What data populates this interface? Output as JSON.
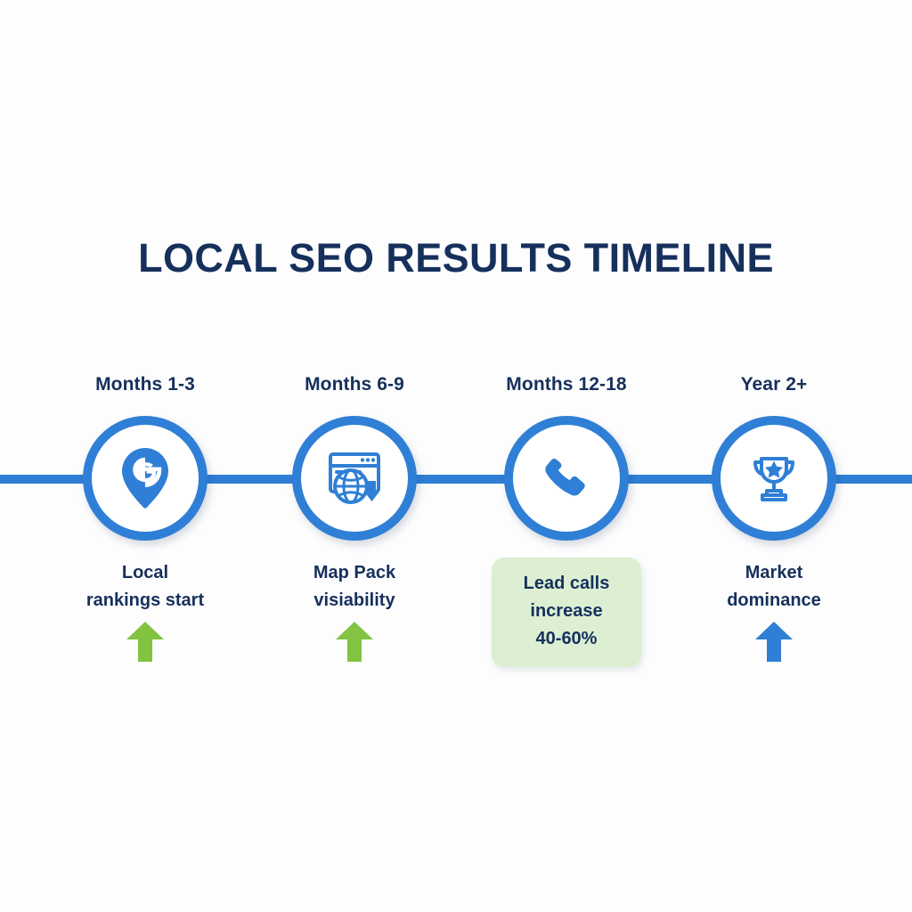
{
  "infographic": {
    "title": "LOCAL SEO RESULTS TIMELINE",
    "background_color": "#fdfdfe",
    "accent_color": "#2f7fd6",
    "text_color": "#16305c",
    "highlight_box_color": "#dcefd3",
    "growth_arrow_green": "#82c341",
    "growth_arrow_blue": "#2f7fd6",
    "stages": [
      {
        "label": "Months 1-3",
        "caption_line_1": "Local",
        "caption_line_2": "rankings start",
        "icon": "google-map-pin-icon",
        "arrow": "up-arrow-green"
      },
      {
        "label": "Months 6-9",
        "caption_line_1": "Map Pack",
        "caption_line_2": "visiability",
        "icon": "browser-globe-download-icon",
        "arrow": "up-arrow-green"
      },
      {
        "label": "Months 12-18",
        "caption_line_1": "Lead calls",
        "caption_line_2": "increase",
        "caption_line_3": "40-60%",
        "icon": "phone-handset-icon",
        "arrow": "none"
      },
      {
        "label": "Year 2+",
        "caption_line_1": "Market",
        "caption_line_2": "dominance",
        "icon": "trophy-star-icon",
        "arrow": "up-arrow-blue"
      }
    ]
  }
}
